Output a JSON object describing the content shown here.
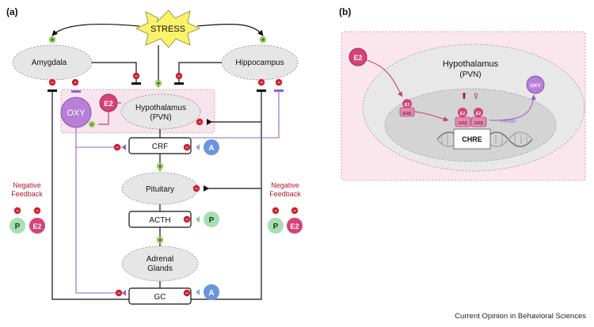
{
  "panel_a": {
    "label": "(a)",
    "stress": "STRESS",
    "amygdala": "Amygdala",
    "hippocampus": "Hippocampus",
    "hypothalamus_line1": "Hypothalamus",
    "hypothalamus_line2": "(PVN)",
    "oxy": "OXY",
    "e2": "E2",
    "crf": "CRF",
    "pituitary": "Pituitary",
    "acth": "ACTH",
    "adrenal_line1": "Adrenal",
    "adrenal_line2": "Glands",
    "gc": "GC",
    "a_label": "A",
    "p_label": "P",
    "neg_feedback_line1": "Negative",
    "neg_feedback_line2": "Feedback",
    "plus_sign": "+",
    "minus_sign": "−"
  },
  "panel_b": {
    "label": "(b)",
    "e2": "E2",
    "hypothalamus_line1": "Hypothalamus",
    "hypothalamus_line2": "(PVN)",
    "receptor_e2": "E2",
    "receptor_erb": "ERβ",
    "chre": "CHRE",
    "mrna": "mRNA",
    "oxy": "OXY",
    "up_arrow": "⬆",
    "female_symbol": "♀"
  },
  "credit": "Current Opinion in Behavioral Sciences",
  "colors": {
    "e2_pink": "#d6427a",
    "oxy_purple": "#b77fd6",
    "a_blue": "#6b95de",
    "p_green": "#a6e0b2",
    "stress_yellow": "#f9f26a",
    "pvn_box": "#f7e4ec",
    "gray_node": "#e6e6e6",
    "inhib_red": "#cc1f2d",
    "excite_green": "#93cf5a"
  }
}
